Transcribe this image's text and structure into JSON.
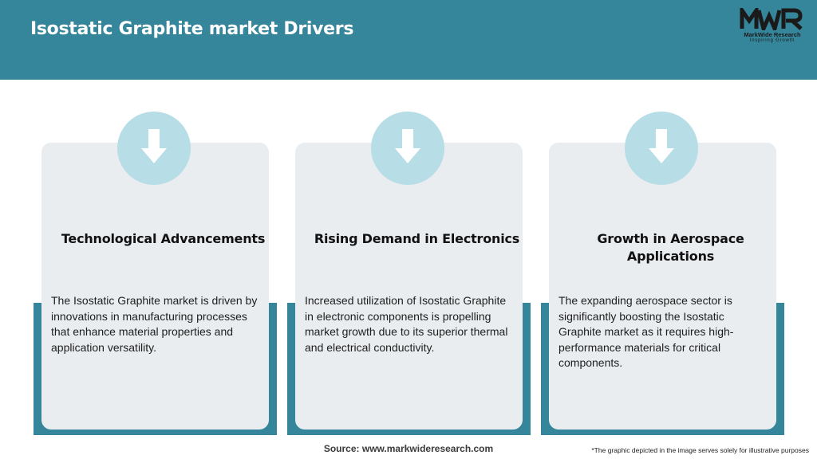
{
  "header": {
    "title": "Isostatic Graphite market Drivers",
    "background_color": "#35869b"
  },
  "logo": {
    "mark": "MWR",
    "name": "MarkWide Research",
    "tagline": "Inspiring Growth"
  },
  "cards": [
    {
      "icon": "arrow-down-icon",
      "title": "Technological Advancements",
      "description": "The Isostatic Graphite market is driven by innovations in manufacturing processes that enhance material properties and application versatility."
    },
    {
      "icon": "arrow-down-icon",
      "title": "Rising Demand in Electronics",
      "description": "Increased utilization of Isostatic Graphite in electronic components is propelling market growth due to its superior thermal and electrical conductivity."
    },
    {
      "icon": "arrow-down-icon",
      "title": "Growth in Aerospace Applications",
      "description": "The expanding aerospace sector is significantly boosting the Isostatic Graphite market as it requires high-performance materials for critical components."
    }
  ],
  "footer": {
    "source": "Source: www.markwideresearch.com",
    "note": "*The graphic depicted in the image serves solely for illustrative purposes"
  },
  "colors": {
    "accent": "#35869b",
    "card": "#e9edf0",
    "icon_circle": "#b7dde7"
  }
}
